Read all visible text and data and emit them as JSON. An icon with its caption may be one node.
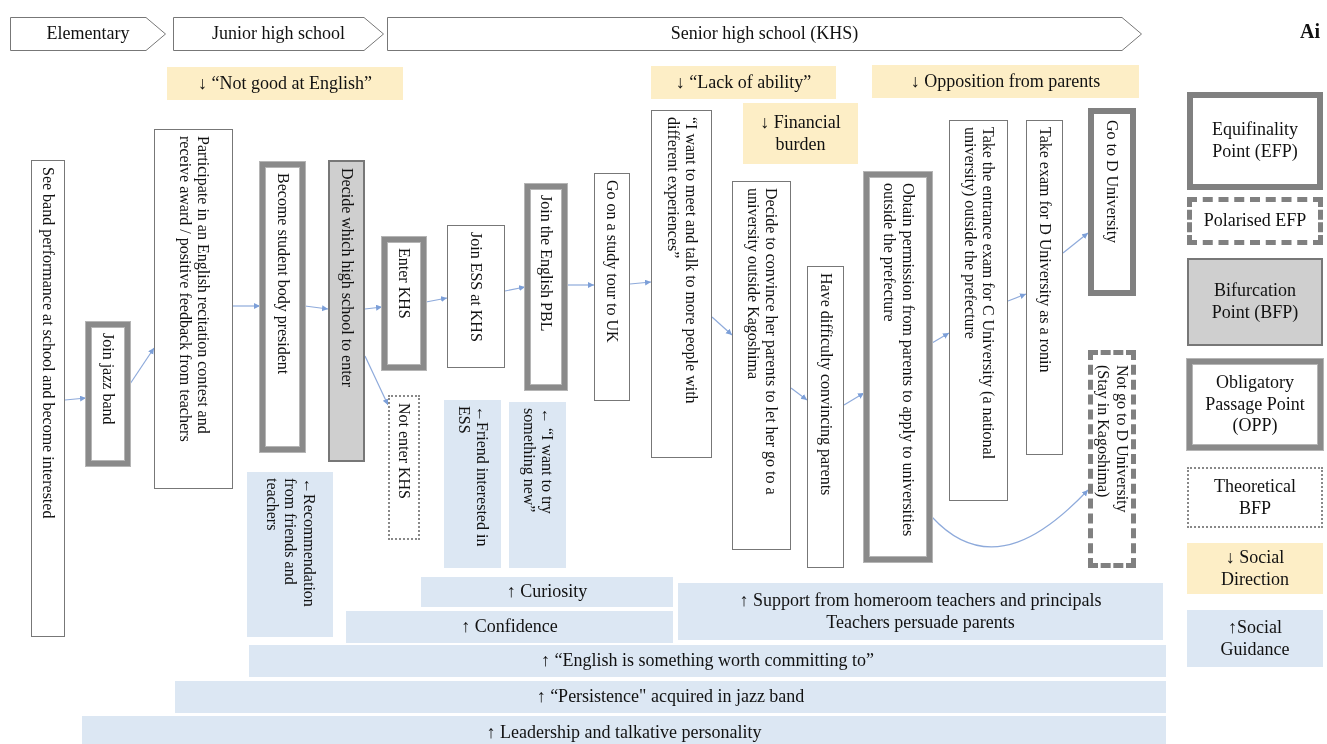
{
  "diagram": {
    "nodes": [
      {
        "text": [
          "Elementary"
        ]
      },
      {
        "text": [
          "Junior high school"
        ]
      },
      {
        "text": [
          "Senior high school (KHS)"
        ]
      },
      {
        "text": [
          "↓ “Not good at English”"
        ]
      },
      {
        "text": [
          "↓ “Lack of ability”"
        ]
      },
      {
        "text": [
          "↓ Opposition from parents"
        ]
      },
      {
        "text": [
          "↓ Financial burden"
        ]
      },
      {
        "text": [
          "See band performance at school and become interested"
        ]
      },
      {
        "text": [
          "Join jazz band"
        ]
      },
      {
        "text": [
          "Participate in an English recitation contest and receive award / positive feedback from teachers"
        ]
      },
      {
        "text": [
          "Become student body president"
        ]
      },
      {
        "text": [
          "Decide which high school to enter"
        ]
      },
      {
        "text": [
          "Enter KHS"
        ]
      },
      {
        "text": [
          "Not enter KHS"
        ]
      },
      {
        "text": [
          "Join ESS at KHS"
        ]
      },
      {
        "text": [
          "Join the English PBL"
        ]
      },
      {
        "text": [
          "Go on a study tour to UK"
        ]
      },
      {
        "text": [
          "“I want to meet and talk to more people with different experiences”"
        ]
      },
      {
        "text": [
          "Decide to convince her parents to let her go to a university outside Kagoshima"
        ]
      },
      {
        "text": [
          "Have difficulty convincing parents"
        ]
      },
      {
        "text": [
          "Obtain permission from parents to apply to universities outside the prefecture"
        ]
      },
      {
        "text": [
          "Take the entrance exam for C University (a national university) outside the prefecture"
        ]
      },
      {
        "text": [
          "Take exam for D University as a ronin"
        ]
      },
      {
        "text": [
          "Go to D University"
        ]
      },
      {
        "text": [
          "Not go to D University (Stay in Kagoshima)"
        ]
      },
      {
        "text": [
          "←Recommendation from friends and teachers"
        ]
      },
      {
        "text": [
          "←Friend interested in ESS"
        ]
      },
      {
        "text": [
          "← “I want to try something new”"
        ]
      },
      {
        "text": [
          "↑ Curiosity"
        ]
      },
      {
        "text": [
          "↑ Confidence"
        ]
      },
      {
        "text": [
          "↑ Support from homeroom teachers and principals",
          "Teachers persuade parents"
        ]
      },
      {
        "text": [
          "↑ “English is something worth committing to”"
        ]
      },
      {
        "text": [
          "↑ “Persistence\" acquired in jazz band"
        ]
      },
      {
        "text": [
          "↑ Leadership and talkative personality"
        ]
      }
    ],
    "edges": [
      {
        "from": 7,
        "to": 8,
        "arrow": "to"
      },
      {
        "from": 8,
        "to": 9,
        "arrow": "to"
      },
      {
        "from": 9,
        "to": 10,
        "arrow": "to"
      },
      {
        "from": 10,
        "to": 11,
        "arrow": "to"
      },
      {
        "from": 11,
        "to": 12,
        "arrow": "to"
      },
      {
        "from": 11,
        "to": 13,
        "arrow": "to"
      },
      {
        "from": 12,
        "to": 14,
        "arrow": "to"
      },
      {
        "from": 14,
        "to": 15,
        "arrow": "to"
      },
      {
        "from": 15,
        "to": 16,
        "arrow": "to"
      },
      {
        "from": 16,
        "to": 17,
        "arrow": "to"
      },
      {
        "from": 17,
        "to": 18,
        "arrow": "to"
      },
      {
        "from": 18,
        "to": 19,
        "arrow": "to"
      },
      {
        "from": 19,
        "to": 20,
        "arrow": "to"
      },
      {
        "from": 20,
        "to": 21,
        "arrow": "to"
      },
      {
        "from": 21,
        "to": 22,
        "arrow": "to"
      },
      {
        "from": 22,
        "to": 23,
        "arrow": "to"
      },
      {
        "from": 20,
        "to": 24,
        "arrow": "to"
      }
    ],
    "labels": [
      "Ai"
    ],
    "legend": [
      {
        "text": "Equifinality Point (EFP)"
      },
      {
        "text": "Polarised EFP"
      },
      {
        "text": "Bifurcation Point (BFP)"
      },
      {
        "text": "Obligatory Passage Point (OPP)"
      },
      {
        "text": "Theoretical BFP"
      },
      {
        "text": "↓ Social Direction",
        "color": "#fdeec6"
      },
      {
        "text": "↑Social Guidance",
        "color": "#dce7f3"
      }
    ]
  }
}
